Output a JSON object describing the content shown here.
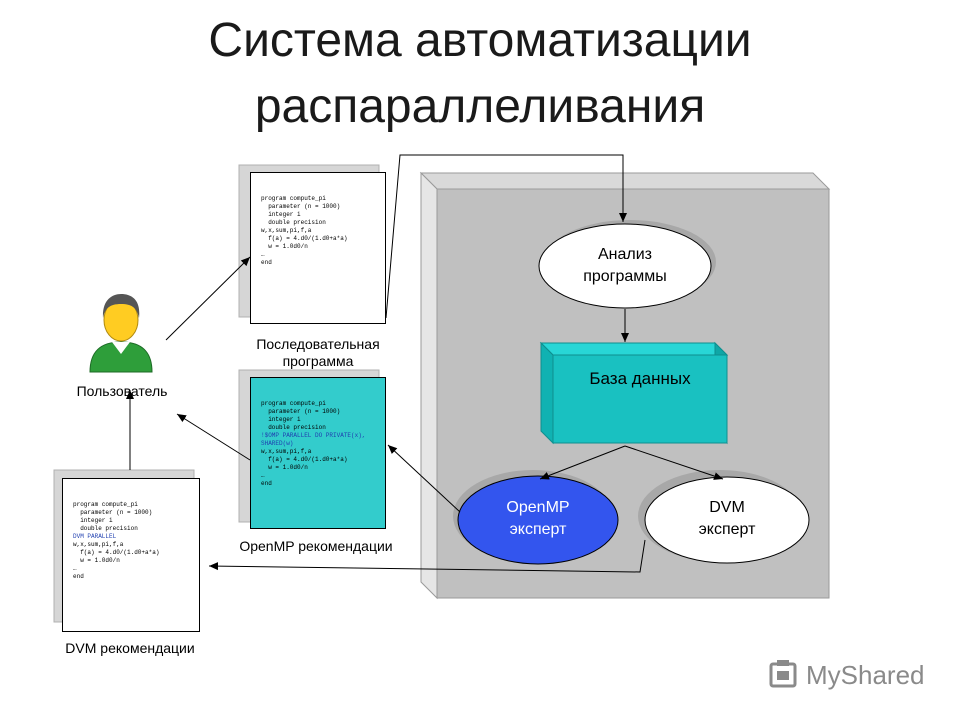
{
  "title": {
    "line1": "Система автоматизации",
    "line2": "распараллеливания"
  },
  "user": {
    "label": "Пользователь",
    "icon": "user-icon"
  },
  "sequential_program": {
    "label_line1": "Последовательная",
    "label_line2": "программа",
    "code": [
      "program compute_pi",
      "  parameter (n = 1000)",
      "  integer i",
      "  double precision",
      "w,x,sum,pi,f,a",
      "  f(a) = 4.d0/(1.d0+a*a)",
      "  w = 1.0d0/n",
      "…",
      "end"
    ]
  },
  "openmp_recommendations": {
    "label": "OpenMP рекомендации",
    "code_top": [
      "program compute_pi",
      "  parameter (n = 1000)",
      "  integer i",
      "  double precision"
    ],
    "code_directive": [
      "!$OMP PARALLEL DO PRIVATE(x),",
      "SHARED(w)"
    ],
    "code_bottom": [
      "w,x,sum,pi,f,a",
      "  f(a) = 4.d0/(1.d0+a*a)",
      "  w = 1.0d0/n",
      "…",
      "end"
    ]
  },
  "dvm_recommendations": {
    "label": "DVM рекомендации",
    "code_top": [
      "program compute_pi",
      "  parameter (n = 1000)",
      "  integer i",
      "  double precision"
    ],
    "code_directive": [
      "DVM PARALLEL"
    ],
    "code_bottom": [
      "w,x,sum,pi,f,a",
      "  f(a) = 4.d0/(1.d0+a*a)",
      "  w = 1.0d0/n",
      "…",
      "end"
    ]
  },
  "nodes": {
    "analysis": {
      "line1": "Анализ",
      "line2": "программы"
    },
    "database": {
      "label": "База данных"
    },
    "openmp_expert": {
      "line1": "OpenMP",
      "line2": "эксперт"
    },
    "dvm_expert": {
      "line1": "DVM",
      "line2": "эксперт"
    }
  },
  "colors": {
    "panel": "#c0c0c0",
    "panel_side": "#e6e6e6",
    "database_front": "#19c1c1",
    "database_top": "#28d6d6",
    "openmp_fill": "#3355ee",
    "teal_card": "#33cccc"
  },
  "logo": {
    "text": "MyShared",
    "icon": "myshared-logo-icon"
  }
}
